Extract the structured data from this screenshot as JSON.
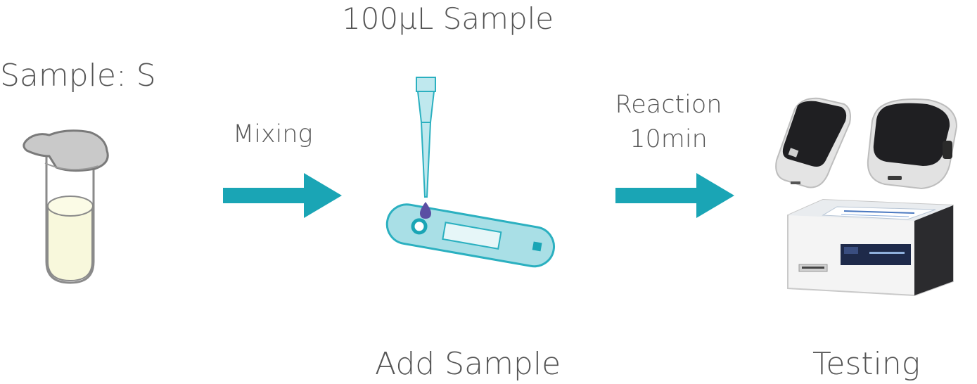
{
  "labels": {
    "sample_type": "Sample: S",
    "volume": "100μL Sample",
    "mixing": "Mixing",
    "reaction_line1": "Reaction",
    "reaction_line2": "10min",
    "add_sample": "Add Sample",
    "testing": "Testing"
  },
  "icons": {
    "tube": "sample-tube-icon",
    "pipette": "pipette-tip-icon",
    "strip": "test-strip-icon",
    "arrow": "right-arrow-icon",
    "analyzers": "analyzer-devices-icon"
  },
  "colors": {
    "arrow": "#1aa5b5",
    "liquid": "#f8f8dc",
    "strip": "#a9dfe6",
    "strip_outline": "#2bb0c0",
    "drop": "#5b4fa3",
    "text": "#555555"
  }
}
